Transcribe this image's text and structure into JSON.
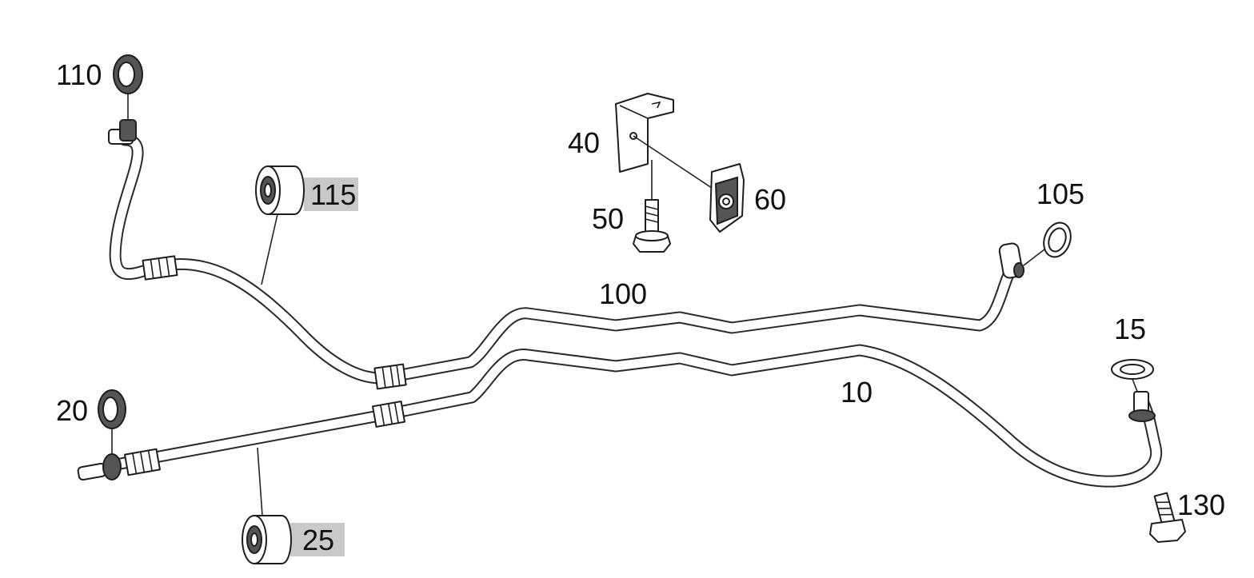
{
  "callouts": [
    {
      "id": "c110",
      "number": "110",
      "highlighted": false
    },
    {
      "id": "c115",
      "number": "115",
      "highlighted": true
    },
    {
      "id": "c40",
      "number": "40",
      "highlighted": false
    },
    {
      "id": "c50",
      "number": "50",
      "highlighted": false
    },
    {
      "id": "c60",
      "number": "60",
      "highlighted": false
    },
    {
      "id": "c105",
      "number": "105",
      "highlighted": false
    },
    {
      "id": "c100",
      "number": "100",
      "highlighted": false
    },
    {
      "id": "c15",
      "number": "15",
      "highlighted": false
    },
    {
      "id": "c10",
      "number": "10",
      "highlighted": false
    },
    {
      "id": "c20",
      "number": "20",
      "highlighted": false
    },
    {
      "id": "c130",
      "number": "130",
      "highlighted": false
    },
    {
      "id": "c25",
      "number": "25",
      "highlighted": true
    }
  ],
  "colors": {
    "line": "#1e1e1e",
    "highlight": "#c9c9c9",
    "background": "#ffffff"
  }
}
